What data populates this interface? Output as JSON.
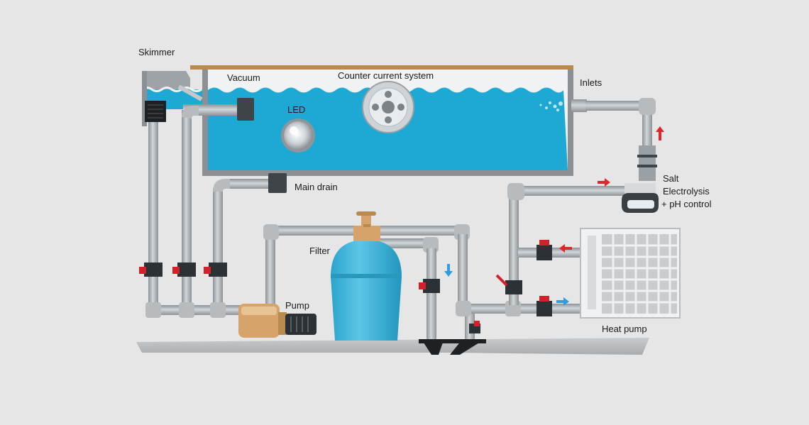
{
  "labels": {
    "skimmer": "Skimmer",
    "vacuum": "Vacuum",
    "counter_current": "Counter current system",
    "inlets": "Inlets",
    "led": "LED",
    "main_drain": "Main drain",
    "salt_line1": "Salt",
    "salt_line2": "Electrolysis",
    "salt_line3": "+ pH control",
    "filter": "Filter",
    "pump": "Pump",
    "heat_pump": "Heat pump"
  },
  "colors": {
    "background": "#e6e6e6",
    "water": "#1ea9d4",
    "pipe": "#a8adb1",
    "valve_handle": "#d4202a",
    "flow_arrow_hot": "#e0262b",
    "flow_arrow_cold": "#2a9ee0",
    "filter_tank": "#37b3d8",
    "pump_body": "#d6a36a",
    "ground": "#b9bdc0"
  }
}
